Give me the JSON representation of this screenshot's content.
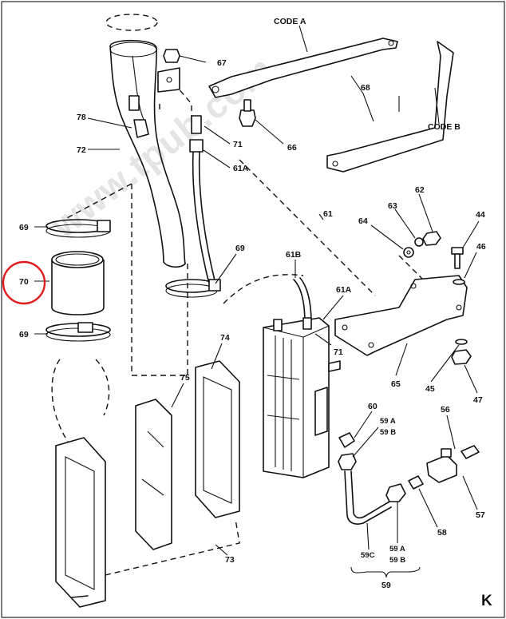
{
  "watermark": "www.tpub.com",
  "figure_letter": "K",
  "code_labels": {
    "code_a": "CODE A",
    "code_b": "CODE B"
  },
  "callouts": {
    "c67": "67",
    "c68": "68",
    "c78": "78",
    "c71a": "71",
    "c66": "66",
    "c72": "72",
    "c61a_top": "61A",
    "c69_top": "69",
    "c70": "70",
    "c69_bottom": "69",
    "c61": "61",
    "c62": "62",
    "c63": "63",
    "c64": "64",
    "c44": "44",
    "c46": "46",
    "c69_mid": "69",
    "c61b": "61B",
    "c61a_mid": "61A",
    "c71b": "71",
    "c74": "74",
    "c75": "75",
    "c65": "65",
    "c45": "45",
    "c47": "47",
    "c60": "60",
    "c59a_top": "59 A",
    "c59b_top": "59 B",
    "c56": "56",
    "c57": "57",
    "c58": "58",
    "c59c": "59C",
    "c59a_bot": "59 A",
    "c59b_bot": "59 B",
    "c59": "59",
    "c73": "73"
  },
  "highlight": {
    "target": "70",
    "color": "#e01e1e"
  }
}
